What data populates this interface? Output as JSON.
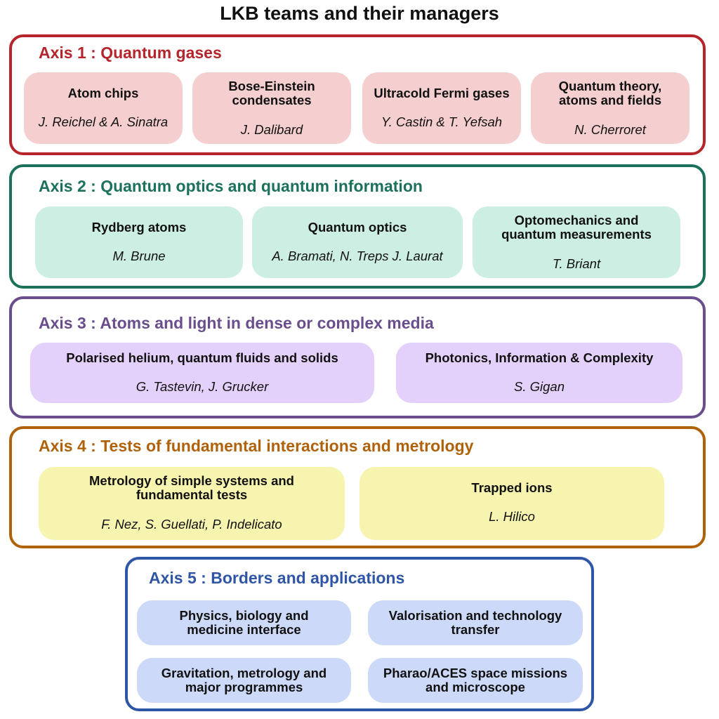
{
  "title": "LKB teams and their managers",
  "colors": {
    "axis1": {
      "border": "#b5252b",
      "fill": "#f5cfcf"
    },
    "axis2": {
      "border": "#1b715b",
      "fill": "#cdeee3"
    },
    "axis3": {
      "border": "#6a4d8c",
      "fill": "#e4d1fb"
    },
    "axis4": {
      "border": "#b0620b",
      "fill": "#f7f4b0"
    },
    "axis5": {
      "border": "#2f56a6",
      "fill": "#cdd9f8"
    }
  },
  "axes": [
    {
      "title": "Axis 1 : Quantum gases",
      "teams": [
        {
          "name": "Atom chips",
          "managers": "J. Reichel & A. Sinatra"
        },
        {
          "name": "Bose-Einstein condensates",
          "managers": "J. Dalibard"
        },
        {
          "name": "Ultracold Fermi gases",
          "managers": "Y. Castin & T. Yefsah"
        },
        {
          "name": "Quantum theory, atoms and fields",
          "managers": "N. Cherroret"
        }
      ]
    },
    {
      "title": "Axis 2 : Quantum optics and quantum information",
      "teams": [
        {
          "name": "Rydberg atoms",
          "managers": "M. Brune"
        },
        {
          "name": "Quantum optics",
          "managers": "A. Bramati, N. Treps J. Laurat"
        },
        {
          "name": "Optomechanics and quantum measurements",
          "managers": "T. Briant"
        }
      ]
    },
    {
      "title": "Axis 3 : Atoms and light in dense or complex media",
      "teams": [
        {
          "name": "Polarised helium, quantum fluids and solids",
          "managers": "G. Tastevin, J. Grucker"
        },
        {
          "name": "Photonics, Information & Complexity",
          "managers": "S. Gigan"
        }
      ]
    },
    {
      "title": "Axis 4 : Tests of fundamental interactions and metrology",
      "teams": [
        {
          "name": "Metrology of simple systems and fundamental tests",
          "managers": "F. Nez, S. Guellati, P. Indelicato"
        },
        {
          "name": "Trapped ions",
          "managers": "L. Hilico"
        }
      ]
    },
    {
      "title": "Axis 5 : Borders and applications",
      "teams": [
        {
          "name": "Physics, biology and medicine interface"
        },
        {
          "name": "Valorisation and technology transfer"
        },
        {
          "name": "Gravitation, metrology and major programmes"
        },
        {
          "name": "Pharao/ACES space missions and microscope"
        }
      ]
    }
  ]
}
